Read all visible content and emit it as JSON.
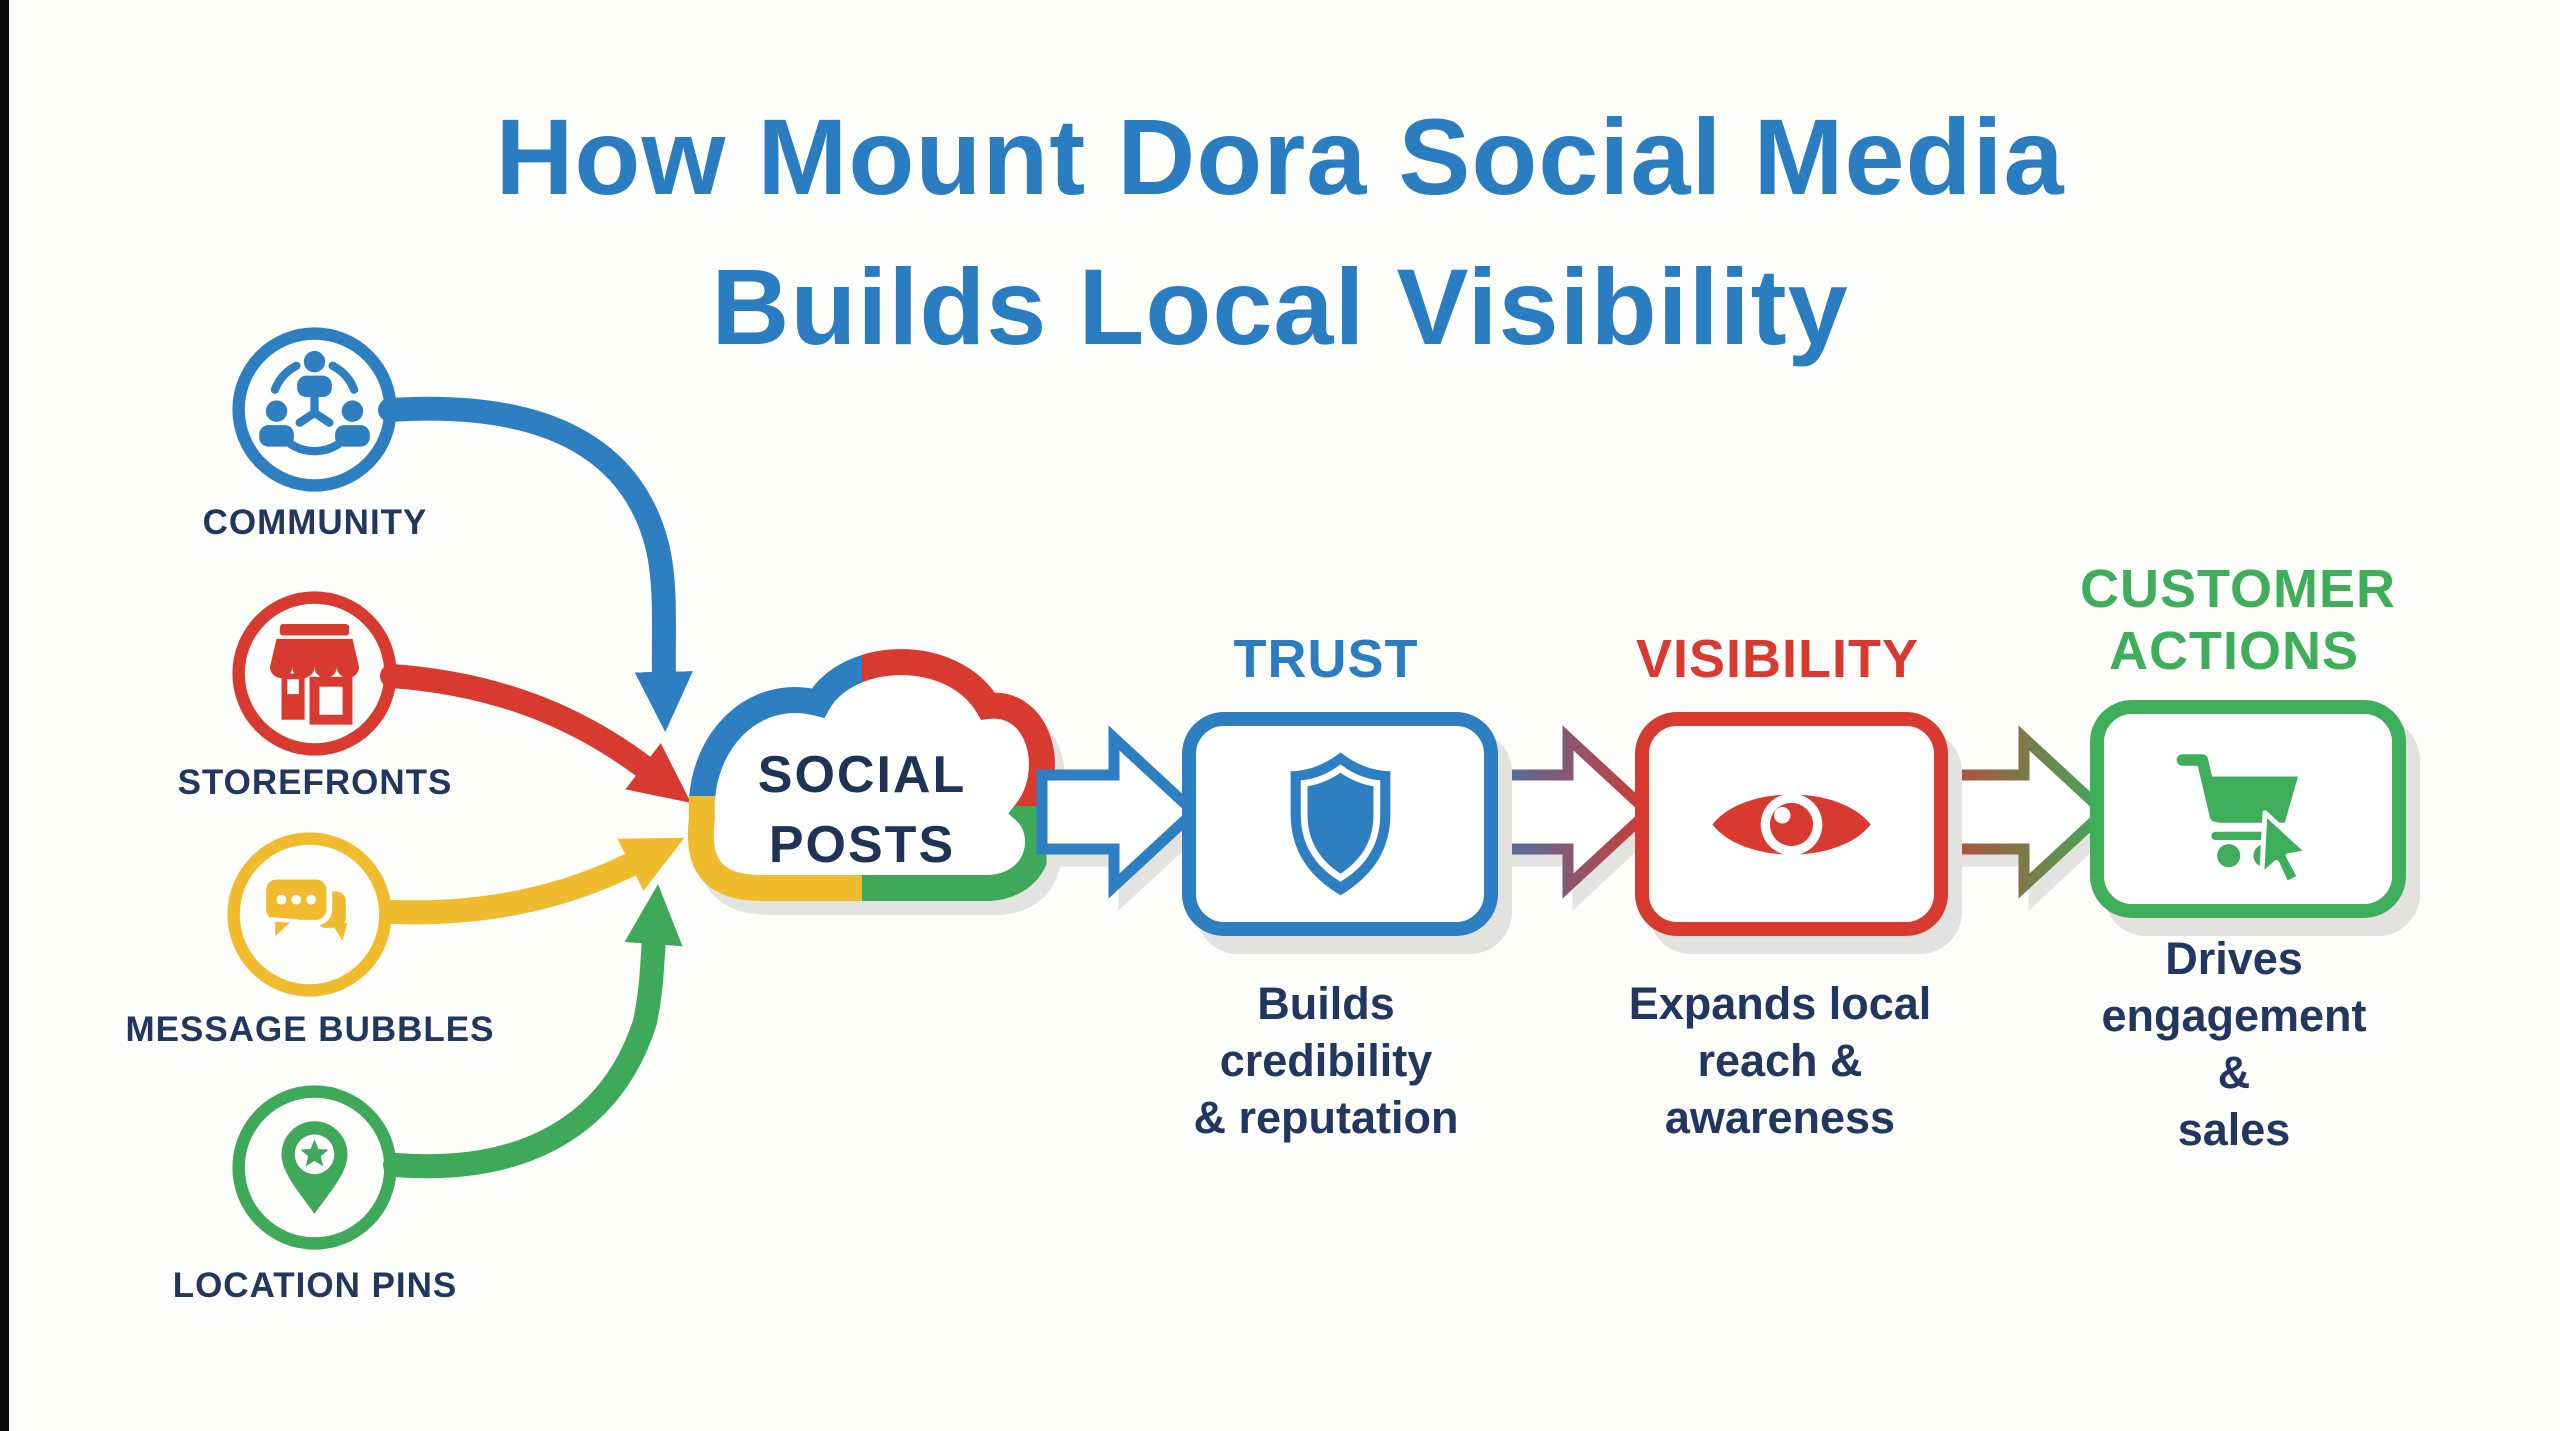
{
  "page": {
    "background": "#fdfdfc",
    "left_edge_strip_color": "#0a0a0a",
    "text_color": "#21375f"
  },
  "title": {
    "line1": "How Mount Dora Social Media",
    "line2": "Builds Local Visibility",
    "color": "#2b7dc2"
  },
  "sources": [
    {
      "label": "COMMUNITY",
      "icon": "community-people-icon",
      "color": "#2e7fc2"
    },
    {
      "label": "STOREFRONTS",
      "icon": "storefront-icon",
      "color": "#d83a30"
    },
    {
      "label": "MESSAGE BUBBLES",
      "icon": "chat-bubbles-icon",
      "color": "#f0bc2e"
    },
    {
      "label": "LOCATION PINS",
      "icon": "location-pin-icon",
      "color": "#3fa95a"
    }
  ],
  "hub": {
    "label_line1": "SOCIAL",
    "label_line2": "POSTS",
    "text_color": "#1e3355",
    "segment_colors": {
      "top_left": "#2e7fc2",
      "top_right": "#d83a30",
      "bottom_left": "#f0bc2e",
      "bottom_right": "#3fa95a"
    }
  },
  "stages": [
    {
      "title_line1": "TRUST",
      "accent_color": "#2e7fc2",
      "icon": "shield-icon",
      "caption_line1": "Builds credibility",
      "caption_line2": "& reputation"
    },
    {
      "title_line1": "VISIBILITY",
      "accent_color": "#d83a30",
      "icon": "eye-icon",
      "caption_line1": "Expands local",
      "caption_line2": "reach & awareness"
    },
    {
      "title_line1": "CUSTOMER",
      "title_line2": "ACTIONS",
      "accent_color": "#3fae5a",
      "icon": "cart-cursor-icon",
      "caption_line1": "Drives",
      "caption_line2": "engagement &",
      "caption_line3": "sales"
    }
  ]
}
